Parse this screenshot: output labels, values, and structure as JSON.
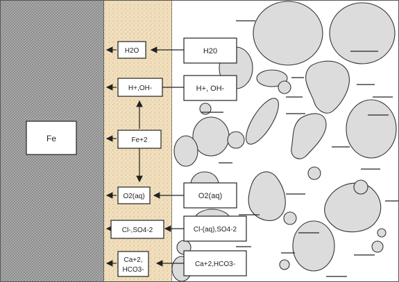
{
  "iron_label": "Fe",
  "film_species": {
    "h2o": "H2O",
    "h_oh": "H+,OH-",
    "fe2": "Fe+2",
    "o2": "O2(aq)",
    "cl_so4": "Cl-,SO4-2",
    "ca": "Ca+2,",
    "hco3": "HCO3-"
  },
  "pore_species": {
    "h2o": "H20",
    "h_oh": "H+, OH-",
    "o2": "O2(aq)",
    "cl_so4": "Cl-(aq),SO4-2",
    "ca_hco3": "Ca+2,HCO3-"
  },
  "colors": {
    "steel": "#9a9a9a",
    "film": "#efdcb8",
    "aggregate": "#dcdcdc",
    "line": "#222222"
  }
}
